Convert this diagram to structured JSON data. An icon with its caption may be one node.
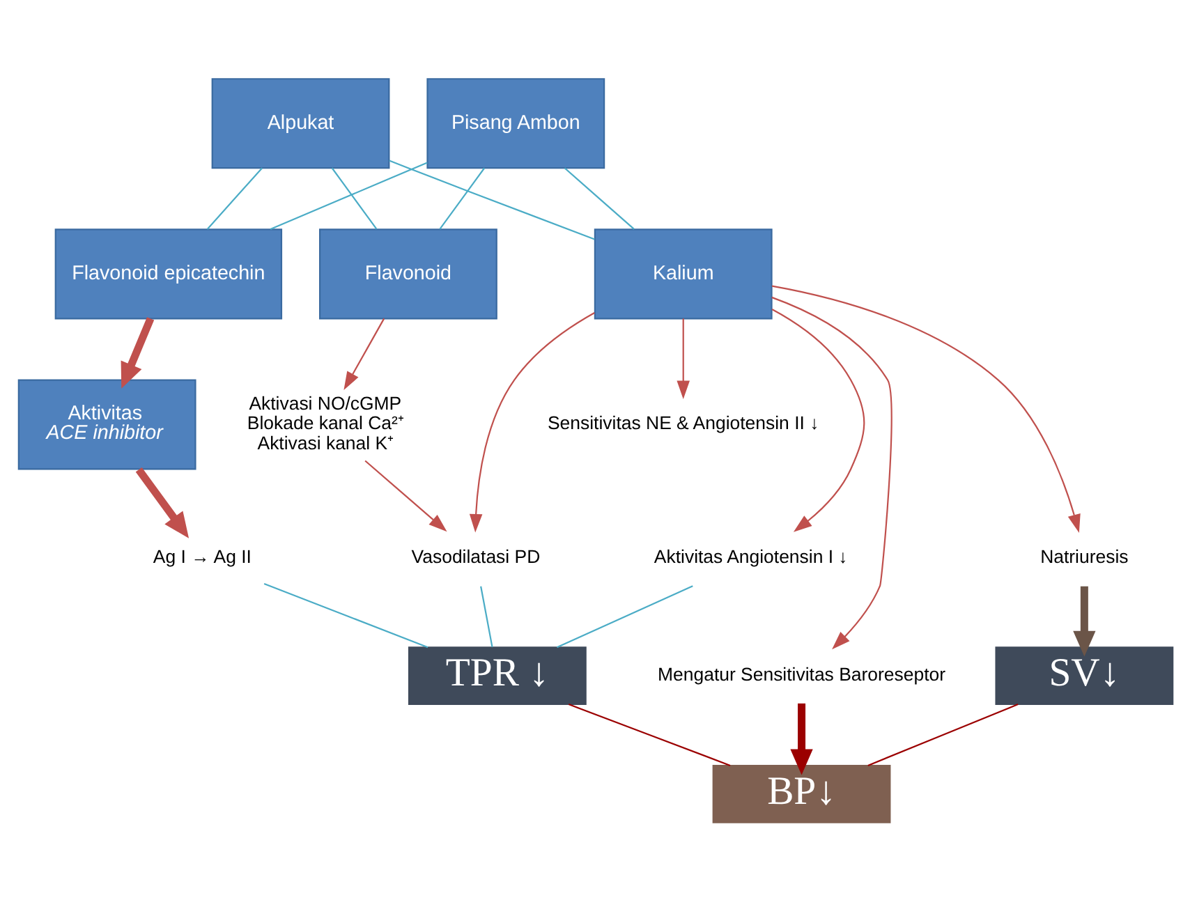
{
  "diagram": {
    "nodes": [
      {
        "text": [
          "Alpukat"
        ]
      },
      {
        "text": [
          "Pisang Ambon"
        ]
      },
      {
        "text": [
          "Flavonoid epicatechin"
        ]
      },
      {
        "text": [
          "Flavonoid"
        ]
      },
      {
        "text": [
          "Kalium"
        ]
      },
      {
        "text": [
          "Aktivitas",
          "ACE inhibitor"
        ]
      },
      {
        "text": [
          "Ag I → Ag II"
        ]
      },
      {
        "text": [
          "Aktivasi NO/cGMP",
          "Blokade kanal Ca²⁺",
          "Aktivasi kanal K⁺"
        ]
      },
      {
        "text": [
          "Vasodilatasi PD"
        ]
      },
      {
        "text": [
          "Aktivitas Angiotensin I ↓"
        ]
      },
      {
        "text": [
          "Natriuresis"
        ]
      },
      {
        "text": [
          "Mengatur Sensitivitas Baroreseptor"
        ]
      },
      {
        "text": [
          "Sensitivitas NE & Angiotensin II ↓"
        ]
      },
      {
        "text": [
          "TPR ↓"
        ]
      },
      {
        "text": [
          "SV↓"
        ]
      },
      {
        "text": [
          "BP↓"
        ]
      }
    ],
    "edges": [
      {
        "from": 0,
        "to": 2,
        "arrow": "none",
        "color": "#4bacc6"
      },
      {
        "from": 0,
        "to": 3,
        "arrow": "none",
        "color": "#4bacc6"
      },
      {
        "from": 0,
        "to": 4,
        "arrow": "none",
        "color": "#4bacc6"
      },
      {
        "from": 1,
        "to": 2,
        "arrow": "none",
        "color": "#4bacc6"
      },
      {
        "from": 1,
        "to": 3,
        "arrow": "none",
        "color": "#4bacc6"
      },
      {
        "from": 1,
        "to": 4,
        "arrow": "none",
        "color": "#4bacc6"
      },
      {
        "from": 2,
        "to": 5,
        "arrow": "to",
        "style": "thick",
        "color": "#c0504d"
      },
      {
        "from": 5,
        "to": 6,
        "arrow": "to",
        "style": "thick",
        "color": "#c0504d"
      },
      {
        "from": 3,
        "to": 7,
        "arrow": "to",
        "color": "#c0504d"
      },
      {
        "from": 7,
        "to": 8,
        "arrow": "to",
        "color": "#c0504d"
      },
      {
        "from": 4,
        "to": 8,
        "arrow": "to",
        "color": "#c0504d"
      },
      {
        "from": 4,
        "to": 9,
        "arrow": "to",
        "color": "#c0504d"
      },
      {
        "from": 4,
        "to": 10,
        "arrow": "to",
        "color": "#c0504d"
      },
      {
        "from": 4,
        "to": 11,
        "arrow": "to",
        "color": "#c0504d"
      },
      {
        "from": 4,
        "to": 12,
        "arrow": "to",
        "color": "#c0504d"
      },
      {
        "from": 6,
        "to": 13,
        "arrow": "none",
        "color": "#4bacc6"
      },
      {
        "from": 8,
        "to": 13,
        "arrow": "none",
        "color": "#4bacc6"
      },
      {
        "from": 9,
        "to": 13,
        "arrow": "none",
        "color": "#4bacc6"
      },
      {
        "from": 10,
        "to": 14,
        "arrow": "to",
        "style": "thick",
        "color": "#6b5548"
      },
      {
        "from": 11,
        "to": 15,
        "arrow": "to",
        "style": "thick",
        "color": "#9b0000"
      },
      {
        "from": 13,
        "to": 15,
        "arrow": "none",
        "color": "#9b0000"
      },
      {
        "from": 14,
        "to": 15,
        "arrow": "none",
        "color": "#9b0000"
      }
    ]
  }
}
